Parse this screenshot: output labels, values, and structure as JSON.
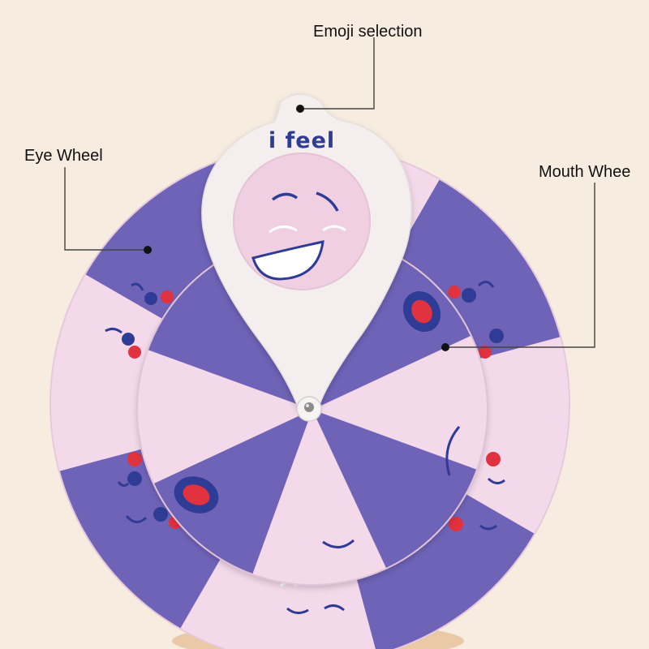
{
  "labels": {
    "emoji_selection": "Emoji selection",
    "eye_wheel": "Eye Wheel",
    "mouth_wheel": "Mouth Whee"
  },
  "pointer": {
    "text": "i feel"
  },
  "colors": {
    "background": "#f7ece0",
    "wheel_purple": "#6f63b8",
    "wheel_pink": "#f3d9ea",
    "pointer_white": "#f4eeee",
    "feature_navy": "#2f3c96",
    "cheek_red": "#e0323f"
  },
  "icons": {
    "pivot": "pivot-rivet-icon"
  }
}
